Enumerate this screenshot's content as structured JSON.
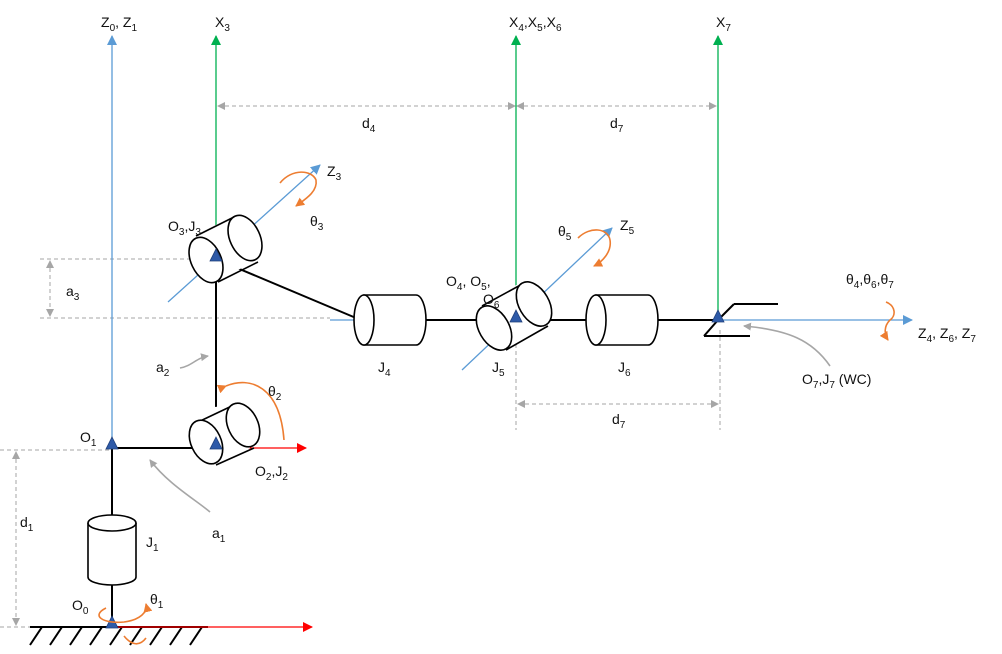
{
  "colors": {
    "z_axis": "#5b9bd5",
    "x_axis_green": "#00b050",
    "x_axis_red": "#ff0000",
    "rotation": "#ed7d31",
    "dimension": "#a6a6a6",
    "link": "#000000",
    "origin_marker": "#2e5aa8"
  },
  "labels": {
    "z0": "Z",
    "z0_sub": "0",
    "z0_sep": ", Z",
    "z1_sub": "1",
    "x3": "X",
    "x3_sub": "3",
    "x456_a": "X",
    "x456_s1": "4",
    "x456_b": ",X",
    "x456_s2": "5",
    "x456_c": ",X",
    "x456_s3": "6",
    "x7": "X",
    "x7_sub": "7",
    "d4": "d",
    "d4_sub": "4",
    "d7_top": "d",
    "d7_top_sub": "7",
    "d7_bottom": "d",
    "d7_bottom_sub": "7",
    "z3": "Z",
    "z3_sub": "3",
    "theta3": "θ",
    "theta3_sub": "3",
    "o3j3_a": "O",
    "o3j3_s1": "3",
    "o3j3_b": ",J",
    "o3j3_s2": "3",
    "theta5": "θ",
    "theta5_sub": "5",
    "z5": "Z",
    "z5_sub": "5",
    "o456_a": "O",
    "o456_s1": "4",
    "o456_b": ", O",
    "o456_s2": "5",
    "o456_c": ",",
    "o6": "O",
    "o6_sub": "6",
    "theta467_a": "θ",
    "theta467_s1": "4",
    "theta467_b": ",θ",
    "theta467_s2": "6",
    "theta467_c": ",θ",
    "theta467_s3": "7",
    "a3": "a",
    "a3_sub": "3",
    "j4": "J",
    "j4_sub": "4",
    "j5": "J",
    "j5_sub": "5",
    "j6": "J",
    "j6_sub": "6",
    "z467_a": "Z",
    "z467_s1": "4",
    "z467_b": ", Z",
    "z467_s2": "6",
    "z467_c": ", Z",
    "z467_s3": "7",
    "a2": "a",
    "a2_sub": "2",
    "theta2": "θ",
    "theta2_sub": "2",
    "o7j7_a": "O",
    "o7j7_s1": "7",
    "o7j7_b": ",J",
    "o7j7_s2": "7",
    "o7j7_c": " (WC)",
    "o1": "O",
    "o1_sub": "1",
    "o2j2_a": "O",
    "o2j2_s1": "2",
    "o2j2_b": ",J",
    "o2j2_s2": "2",
    "d1": "d",
    "d1_sub": "1",
    "a1": "a",
    "a1_sub": "1",
    "j1": "J",
    "j1_sub": "1",
    "o0": "O",
    "o0_sub": "0",
    "theta1": "θ",
    "theta1_sub": "1"
  }
}
